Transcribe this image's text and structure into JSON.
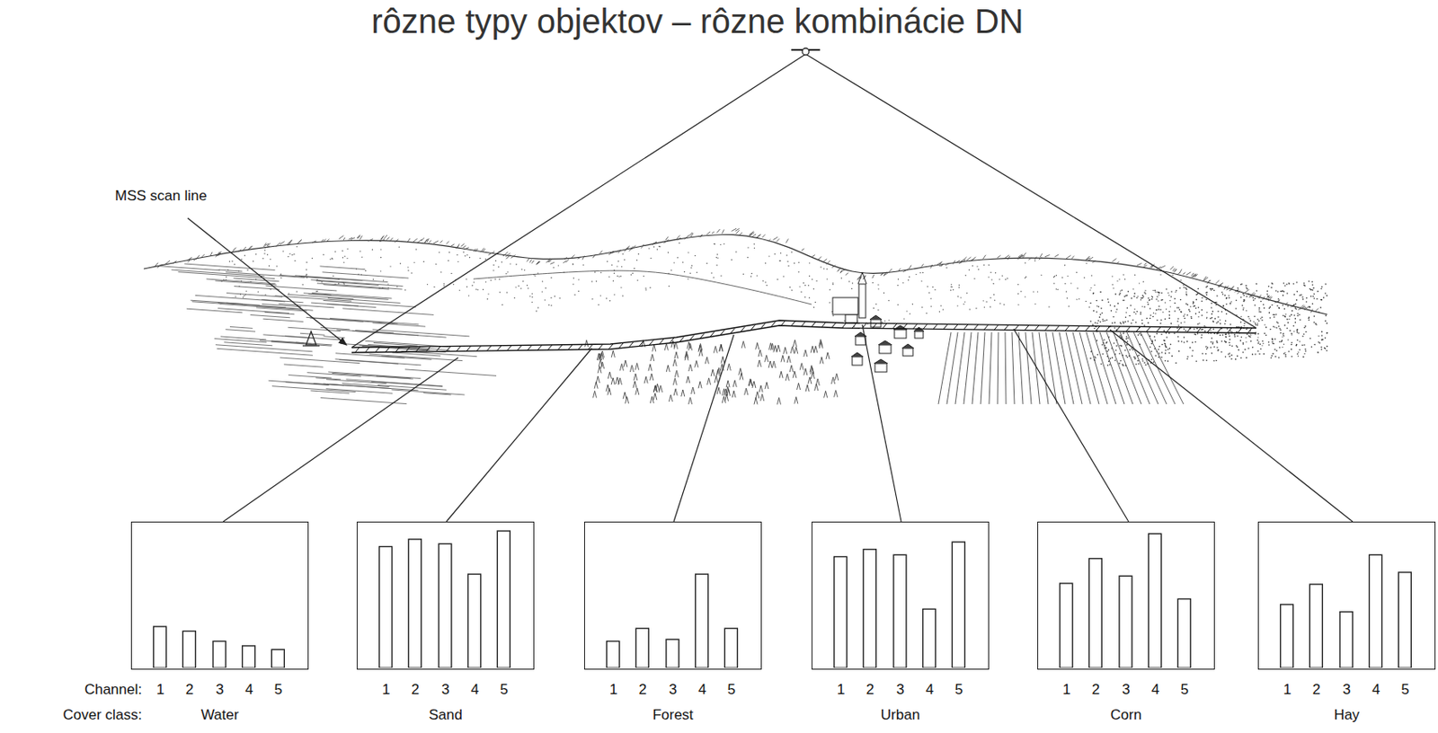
{
  "diagram": {
    "title": "rôzne typy objektov – rôzne kombinácie DN",
    "nodes": [
      {
        "text": [
          "1",
          "2",
          "3",
          "4",
          "5",
          "Water"
        ]
      },
      {
        "text": [
          "1",
          "2",
          "3",
          "4",
          "5",
          "Sand"
        ]
      },
      {
        "text": [
          "1",
          "2",
          "3",
          "4",
          "5",
          "Forest"
        ]
      },
      {
        "text": [
          "1",
          "2",
          "3",
          "4",
          "5",
          "Urban"
        ]
      },
      {
        "text": [
          "1",
          "2",
          "3",
          "4",
          "5",
          "Corn"
        ]
      },
      {
        "text": [
          "1",
          "2",
          "3",
          "4",
          "5",
          "Hay"
        ]
      }
    ],
    "labels": [
      "MSS scan line",
      "Channel:",
      "Cover class:"
    ]
  }
}
